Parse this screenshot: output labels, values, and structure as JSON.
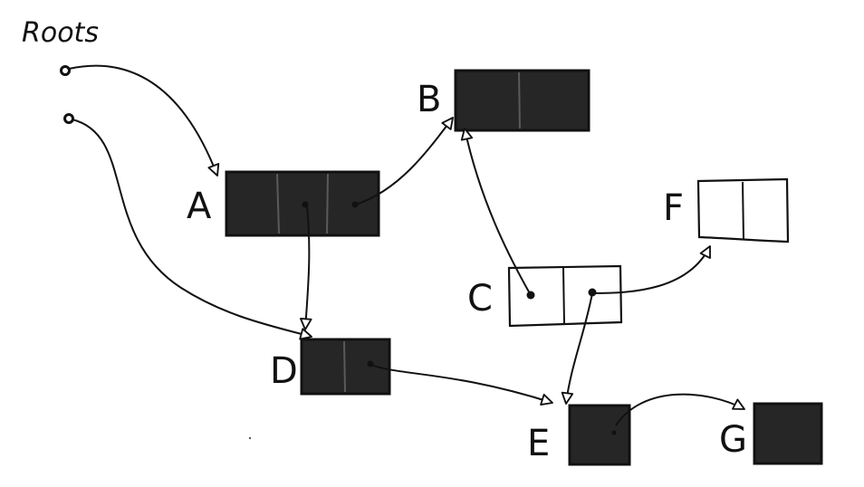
{
  "title": "Roots",
  "colors": {
    "ink": "#111111",
    "filled": "#262626",
    "empty": "#ffffff",
    "paper": "#ffffff"
  },
  "nodes": [
    {
      "label": "A",
      "fields": 3,
      "style": "filled"
    },
    {
      "label": "B",
      "fields": 2,
      "style": "filled"
    },
    {
      "label": "C",
      "fields": 2,
      "style": "empty"
    },
    {
      "label": "D",
      "fields": 2,
      "style": "filled"
    },
    {
      "label": "E",
      "fields": 1,
      "style": "filled"
    },
    {
      "label": "F",
      "fields": 2,
      "style": "empty"
    },
    {
      "label": "G",
      "fields": 1,
      "style": "filled"
    }
  ],
  "edges": [
    {
      "from": "root-1",
      "to": "A"
    },
    {
      "from": "root-2",
      "to": "D"
    },
    {
      "from": "A",
      "to": "B"
    },
    {
      "from": "A",
      "to": "D"
    },
    {
      "from": "C",
      "to": "B"
    },
    {
      "from": "C",
      "to": "F"
    },
    {
      "from": "C",
      "to": "E"
    },
    {
      "from": "D",
      "to": "E"
    },
    {
      "from": "E",
      "to": "G"
    }
  ]
}
